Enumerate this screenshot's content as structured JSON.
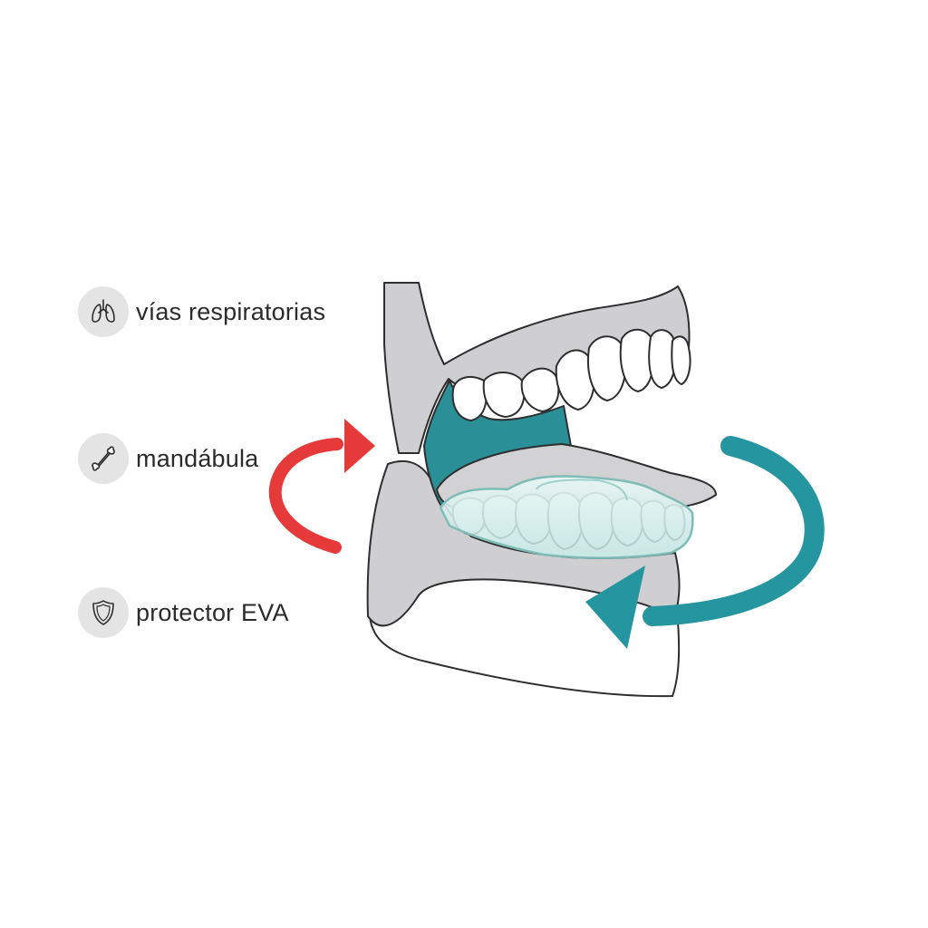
{
  "legend": {
    "items": [
      {
        "label": "vías respiratorias",
        "icon": "lungs-icon"
      },
      {
        "label": "mandábula",
        "icon": "bone-icon"
      },
      {
        "label": "protector EVA",
        "icon": "shield-icon"
      }
    ]
  },
  "colors": {
    "jaw_gray": "#cfcfd1",
    "outline": "#2e2e2e",
    "airway_teal": "#2a8f97",
    "arrow_red": "#e63a3a",
    "arrow_teal": "#2596a0",
    "guard": "#dff3f1",
    "icon_bg": "#e4e4e4",
    "tooth": "#ffffff"
  }
}
